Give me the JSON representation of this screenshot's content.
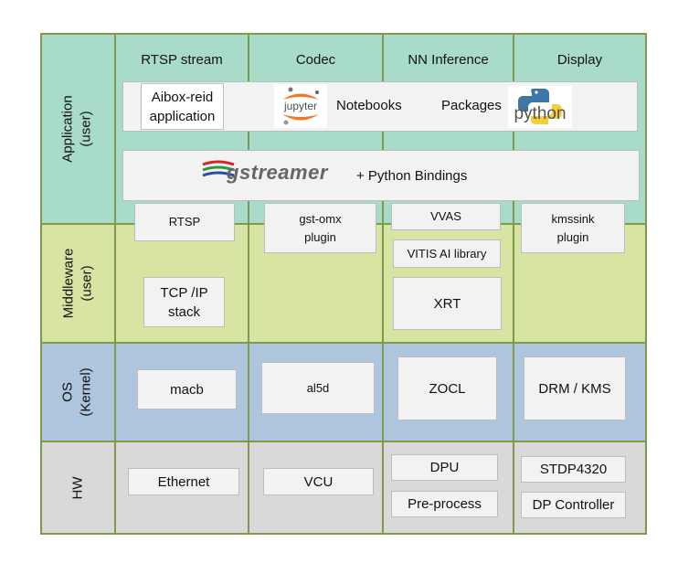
{
  "colors": {
    "application": "#a8dcc8",
    "middleware": "#d8e4a2",
    "os": "#adc5dd",
    "hw": "#d9d9d9",
    "box": "#f2f2f2",
    "grid": "#7f9a4a"
  },
  "rows": {
    "application": "Application\n(user)",
    "middleware": "Middleware\n(user)",
    "os": "OS\n(Kernel)",
    "hw": "HW"
  },
  "columns": [
    "RTSP stream",
    "Codec",
    "NN Inference",
    "Display"
  ],
  "app": {
    "aibox": "Aibox-reid\napplication",
    "jupyter_logo": "jupyter",
    "notebooks": "Notebooks",
    "packages": "Packages",
    "python_logo": "python",
    "gstreamer_logo": "gstreamer",
    "bindings": "+ Python Bindings"
  },
  "middleware": {
    "rtsp": "RTSP",
    "gst_omx": "gst-omx\nplugin",
    "vvas": "VVAS",
    "kmssink": "kmssink\nplugin",
    "vitis": "VITIS AI library",
    "tcpip": "TCP /IP\nstack",
    "xrt": "XRT"
  },
  "os": {
    "macb": "macb",
    "al5d": "al5d",
    "zocl": "ZOCL",
    "drm": "DRM / KMS"
  },
  "hw": {
    "ethernet": "Ethernet",
    "vcu": "VCU",
    "dpu": "DPU",
    "preprocess": "Pre-process",
    "stdp": "STDP4320",
    "dp": "DP Controller"
  }
}
